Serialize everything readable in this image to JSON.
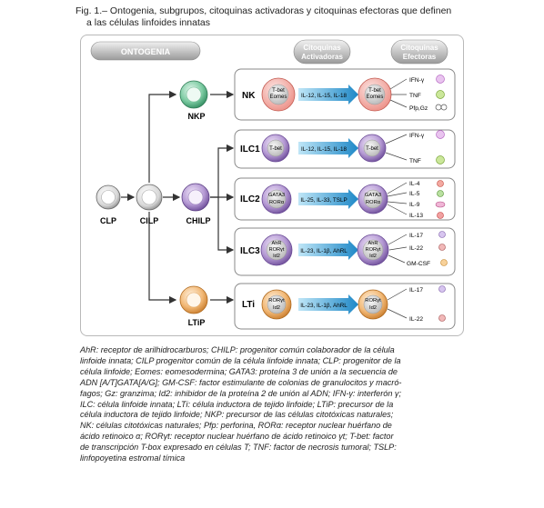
{
  "caption": {
    "line1": "Fig. 1.– Ontogenia, subgrupos, citoquinas activadoras y citoquinas efectoras que definen",
    "line2": "a las células linfoides innatas"
  },
  "header": {
    "ontogenia": "ONTOGENIA",
    "activating_1": "Citoquinas",
    "activating_2": "Activadoras",
    "effector_1": "Citoquinas",
    "effector_2": "Efectoras"
  },
  "progenitors": {
    "clp": "CLP",
    "cilp": "CILP",
    "chilp": "CHILP",
    "nkp": "NKP",
    "ltip": "LTiP"
  },
  "rows": [
    {
      "name": "NK",
      "tf1": [
        "T-bet",
        "Eomes"
      ],
      "cytokines": "IL-12, IL-15, IL-18",
      "tf2": [
        "T-bet",
        "Eomes"
      ],
      "effectors": [
        "IFN-γ",
        "TNF",
        "Pfp,Gz"
      ]
    },
    {
      "name": "ILC1",
      "tf1": [
        "T-bet"
      ],
      "cytokines": "IL-12, IL-15, IL-18",
      "tf2": [
        "T-bet"
      ],
      "effectors": [
        "IFN-γ",
        "TNF"
      ]
    },
    {
      "name": "ILC2",
      "tf1": [
        "GATA3",
        "RORα"
      ],
      "cytokines": "IL-25, IL-33, TSLP",
      "tf2": [
        "GATA3",
        "RORα"
      ],
      "effectors": [
        "IL-4",
        "IL-5",
        "IL-9",
        "IL-13"
      ]
    },
    {
      "name": "ILC3",
      "tf1": [
        "AhR",
        "RORγt",
        "Id2"
      ],
      "cytokines": "IL-23, IL-1β, AhRL",
      "tf2": [
        "AhR",
        "RORγt",
        "Id2"
      ],
      "effectors": [
        "IL-17",
        "IL-22",
        "GM-CSF"
      ]
    },
    {
      "name": "LTi",
      "tf1": [
        "RORγt",
        "Id2"
      ],
      "cytokines": "IL-23, IL-1β, AhRL",
      "tf2": [
        "RORγt",
        "Id2"
      ],
      "effectors": [
        "IL-17",
        "IL-22"
      ]
    }
  ],
  "legend": [
    "AhR: receptor de arilhidrocarburos; CHILP: progenitor común colaborador de la célula",
    "linfoide innata; CILP progenitor común de la célula linfoide innata; CLP: progenitor de la",
    "célula linfoide; Eomes: eomesodermina; GATA3: proteína 3 de unión a la secuencia de",
    "ADN [A/T]GATA[A/G]; GM-CSF: factor estimulante de colonias de granulocitos y macró-",
    "fagos; Gz: granzima; Id2: inhibidor de la proteína 2 de unión al ADN; IFN-γ: interferón γ;",
    "ILC: célula linfoide innata; LTi: célula inductora de tejido linfoide; LTiP: precursor de la",
    "célula inductora de tejido linfoide; NKP: precursor de las células citotóxicas naturales;",
    "NK: células citotóxicas naturales; Pfp: perforina, RORα: receptor nuclear huérfano de",
    "ácido retinoico α; RORγt: receptor nuclear huérfano de ácido retinoico γt; T-bet: factor",
    "de transcripción T-box expresado en células T; TNF: factor de necrosis tumoral; TSLP:",
    "linfopoyetina estromal tímica"
  ]
}
